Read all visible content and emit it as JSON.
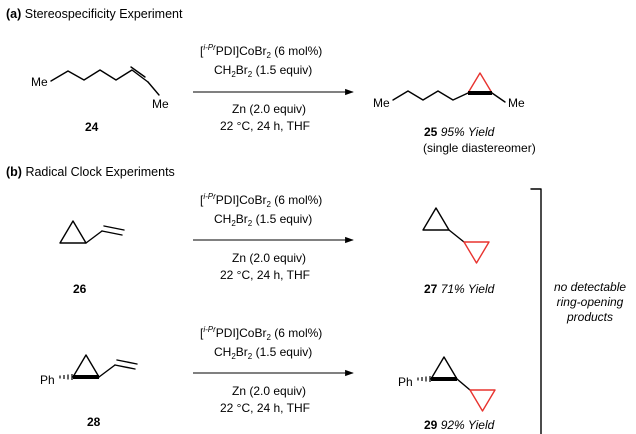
{
  "section_a": {
    "title_bold": "(a)",
    "title": "Stereospecificity Experiment"
  },
  "section_b": {
    "title_bold": "(b)",
    "title": "Radical Clock Experiments"
  },
  "reagents": {
    "catalyst_open": "[",
    "catalyst_sup": "i-Pr",
    "catalyst_mid": "PDI]CoBr",
    "catalyst_sub": "2",
    "catalyst_tail": " (6 mol%)",
    "ch2br2_main": "CH",
    "ch2br2_sub2": "2",
    "ch2br2_br": "Br",
    "ch2br2_sub2b": "2",
    "ch2br2_tail": " (1.5 equiv)",
    "zn": "Zn (2.0 equiv)",
    "conditions": "22 °C, 24 h, THF"
  },
  "labels": {
    "me": "Me",
    "ph": "Ph"
  },
  "compounds": {
    "c24": "24",
    "c25": "25",
    "c25_yield": "95% Yield",
    "c25_note": "(single diastereomer)",
    "c26": "26",
    "c27": "27",
    "c27_yield": "71% Yield",
    "c28": "28",
    "c29": "29",
    "c29_yield": "92% Yield"
  },
  "bracket_note": [
    "no detectable",
    "ring-opening",
    "products"
  ]
}
